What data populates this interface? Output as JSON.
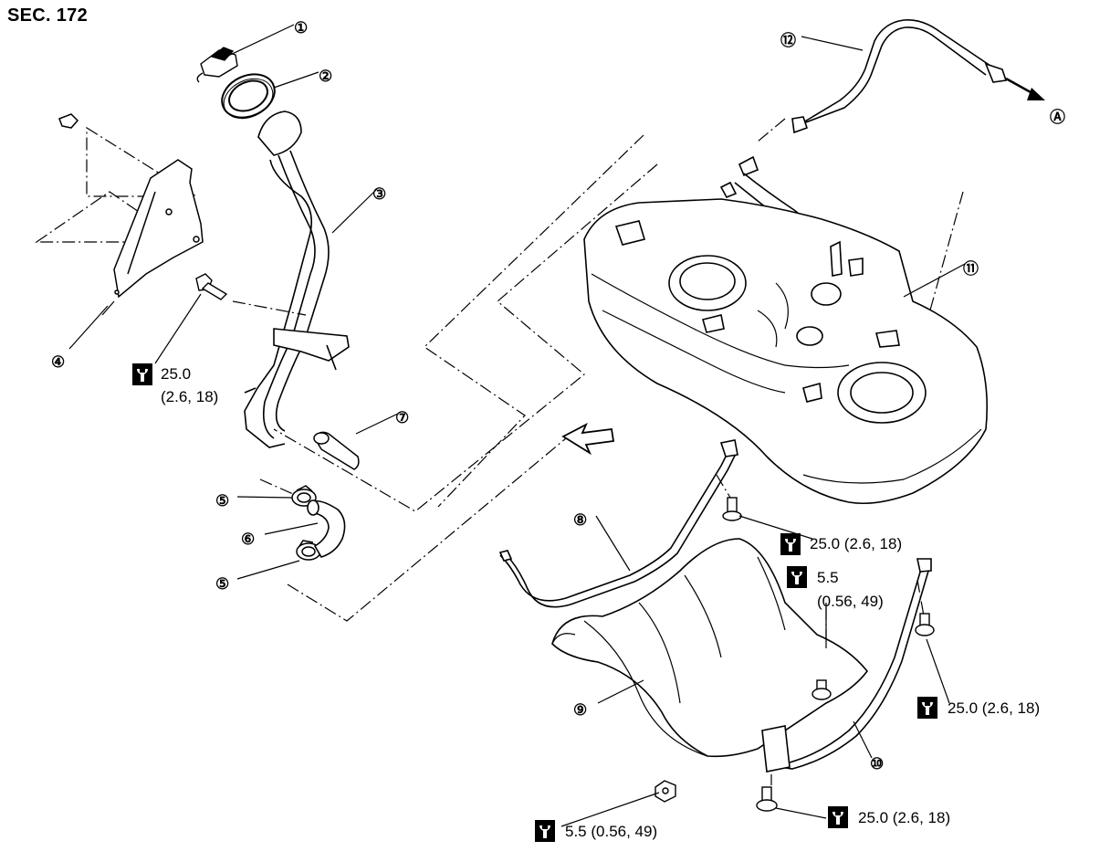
{
  "section": "SEC. 172",
  "callouts": [
    {
      "id": "1",
      "text": "①"
    },
    {
      "id": "2",
      "text": "②"
    },
    {
      "id": "3",
      "text": "③"
    },
    {
      "id": "4",
      "text": "④"
    },
    {
      "id": "5a",
      "text": "⑤"
    },
    {
      "id": "5b",
      "text": "⑤"
    },
    {
      "id": "6",
      "text": "⑥"
    },
    {
      "id": "7",
      "text": "⑦"
    },
    {
      "id": "8",
      "text": "⑧"
    },
    {
      "id": "9",
      "text": "⑨"
    },
    {
      "id": "10",
      "text": "⑩"
    },
    {
      "id": "11",
      "text": "⑪"
    },
    {
      "id": "12",
      "text": "⑫"
    },
    {
      "id": "A",
      "text": "Ⓐ"
    }
  ],
  "torque_specs": [
    {
      "id": "t1",
      "line1": "25.0",
      "line2": "(2.6, 18)"
    },
    {
      "id": "t2",
      "line1": "25.0 (2.6, 18)"
    },
    {
      "id": "t3",
      "line1": "5.5",
      "line2": "(0.56, 49)"
    },
    {
      "id": "t4",
      "line1": "25.0 (2.6, 18)"
    },
    {
      "id": "t5",
      "line1": "25.0 (2.6, 18)"
    },
    {
      "id": "t6",
      "line1": "5.5 (0.56, 49)"
    }
  ],
  "icons": {
    "torque_wrench": "torque-wrench-icon",
    "front_arrow": "front-direction-arrow-icon"
  }
}
